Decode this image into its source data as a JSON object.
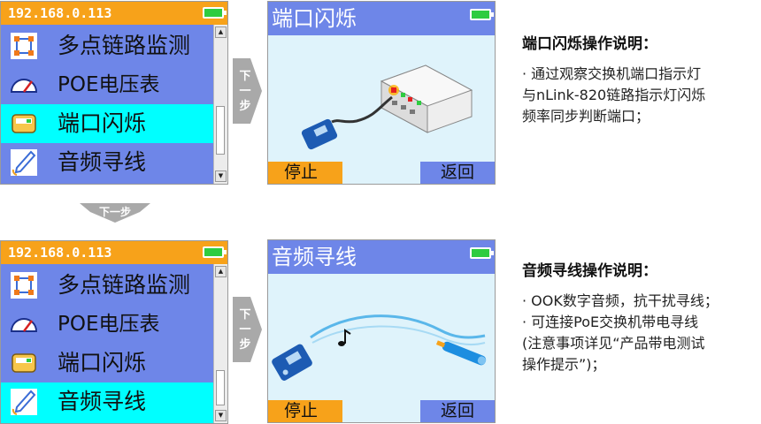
{
  "device": {
    "ip": "192.168.0.113",
    "menu_items": [
      {
        "label": "多点链路监测",
        "icon": "multi-link-icon"
      },
      {
        "label": "POE电压表",
        "icon": "voltmeter-gauge-icon"
      },
      {
        "label": "端口闪烁",
        "icon": "port-flash-icon"
      },
      {
        "label": "音频寻线",
        "icon": "pen-probe-icon"
      }
    ]
  },
  "step_label": "下一步",
  "step_label_vertical": [
    "下",
    "一",
    "步"
  ],
  "screens": [
    {
      "title": "端口闪烁",
      "stop_label": "停止",
      "back_label": "返回"
    },
    {
      "title": "音频寻线",
      "stop_label": "停止",
      "back_label": "返回"
    }
  ],
  "descriptions": [
    {
      "heading": "端口闪烁操作说明：",
      "lines": [
        "· 通过观察交换机端口指示灯",
        "与nLink-820链路指示灯闪烁",
        "频率同步判断端口；"
      ]
    },
    {
      "heading": "音频寻线操作说明：",
      "lines": [
        "· OOK数字音频，抗干扰寻线；",
        "· 可连接PoE交换机带电寻线",
        "(注意事项详见“产品带电测试",
        "操作提示”)；"
      ]
    }
  ],
  "colors": {
    "accent_orange": "#f7a21a",
    "menu_blue": "#6e86e8",
    "selected_cyan": "#00ffff",
    "screen_bg": "#dff3fb"
  }
}
